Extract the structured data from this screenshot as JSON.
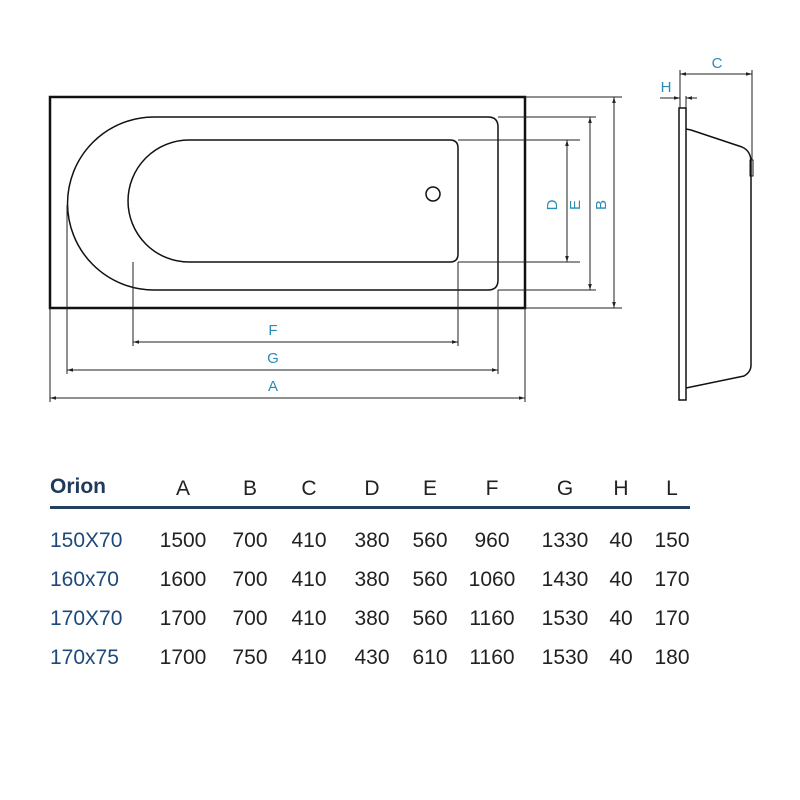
{
  "diagram": {
    "labels": {
      "A": "A",
      "B": "B",
      "C": "C",
      "D": "D",
      "E": "E",
      "F": "F",
      "G": "G",
      "H": "H"
    },
    "label_color": "#2a8bb5"
  },
  "table": {
    "model": "Orion",
    "columns": [
      "A",
      "B",
      "C",
      "D",
      "E",
      "F",
      "G",
      "H",
      "L"
    ],
    "rows": [
      {
        "name": "150X70",
        "values": [
          "1500",
          "700",
          "410",
          "380",
          "560",
          "960",
          "1330",
          "40",
          "150"
        ]
      },
      {
        "name": "160x70",
        "values": [
          "1600",
          "700",
          "410",
          "380",
          "560",
          "1060",
          "1430",
          "40",
          "170"
        ]
      },
      {
        "name": "170X70",
        "values": [
          "1700",
          "700",
          "410",
          "380",
          "560",
          "1160",
          "1530",
          "40",
          "170"
        ]
      },
      {
        "name": "170x75",
        "values": [
          "1700",
          "750",
          "410",
          "430",
          "610",
          "1160",
          "1530",
          "40",
          "180"
        ]
      }
    ]
  }
}
